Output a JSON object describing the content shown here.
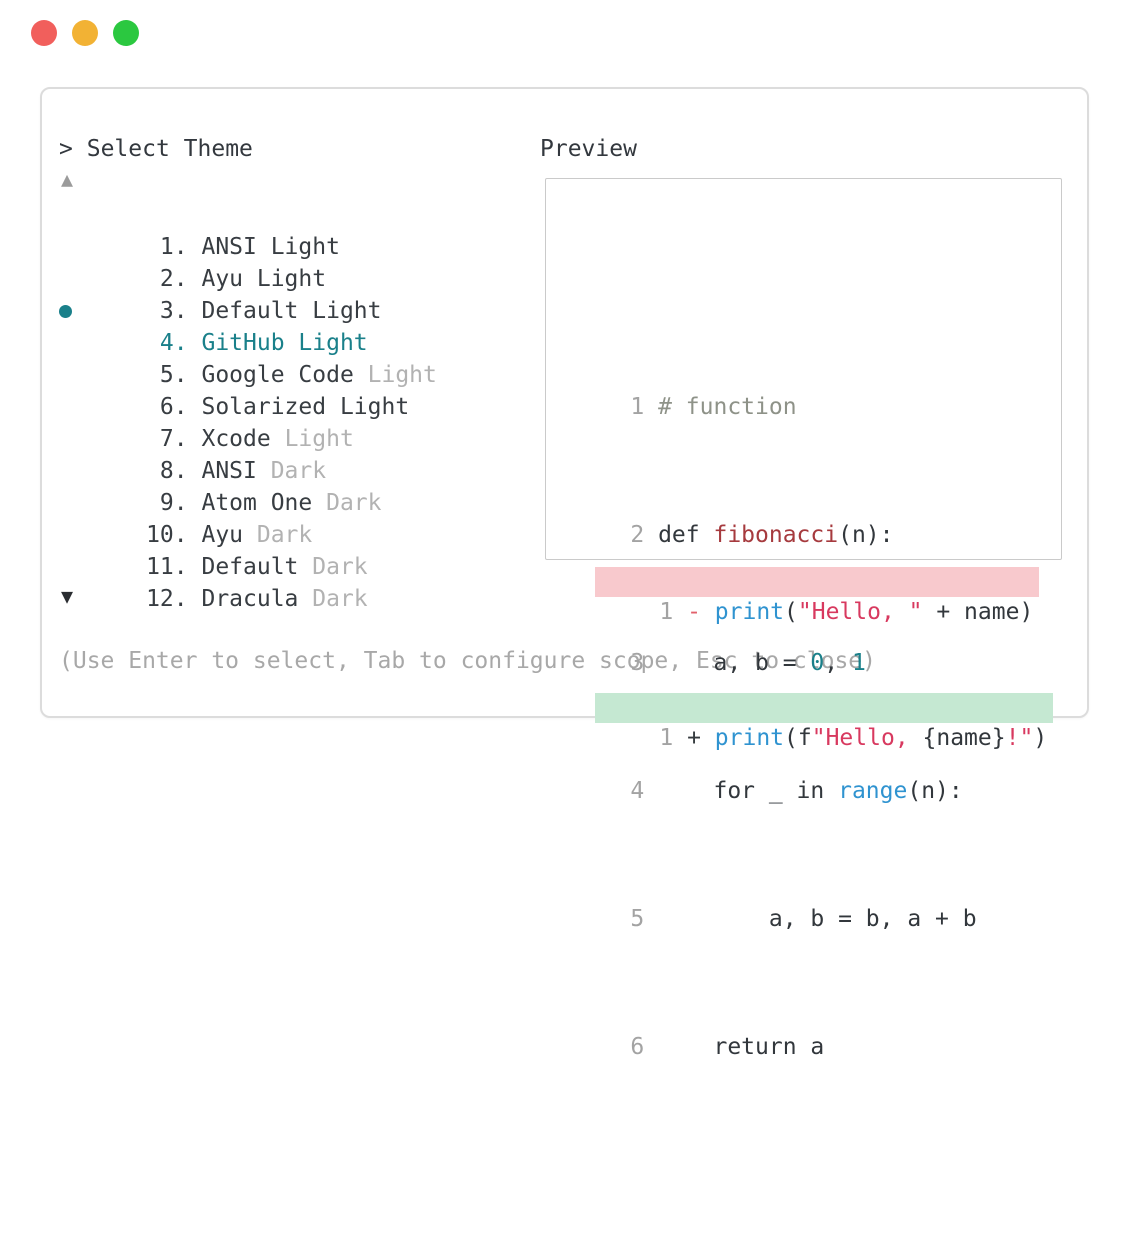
{
  "window": {
    "traffic_lights": [
      {
        "name": "close",
        "color": "#f15f5c"
      },
      {
        "name": "minimize",
        "color": "#f2b234"
      },
      {
        "name": "zoom",
        "color": "#2bc840"
      }
    ]
  },
  "theme_picker": {
    "prompt": ">",
    "title": "Select Theme",
    "scroll_up_icon": "▲",
    "scroll_down_icon": "▼",
    "selected_index": 3,
    "items": [
      {
        "number": "1.",
        "name": "ANSI Light",
        "suffix": "",
        "selected": false
      },
      {
        "number": "2.",
        "name": "Ayu Light",
        "suffix": "",
        "selected": false
      },
      {
        "number": "3.",
        "name": "Default Light",
        "suffix": "",
        "selected": false
      },
      {
        "number": "4.",
        "name": "GitHub Light",
        "suffix": "",
        "selected": true
      },
      {
        "number": "5.",
        "name": "Google Code",
        "suffix": "Light",
        "selected": false
      },
      {
        "number": "6.",
        "name": "Solarized Light",
        "suffix": "",
        "selected": false
      },
      {
        "number": "7.",
        "name": "Xcode",
        "suffix": "Light",
        "selected": false
      },
      {
        "number": "8.",
        "name": "ANSI",
        "suffix": "Dark",
        "selected": false
      },
      {
        "number": "9.",
        "name": "Atom One",
        "suffix": "Dark",
        "selected": false
      },
      {
        "number": "10.",
        "name": "Ayu",
        "suffix": "Dark",
        "selected": false
      },
      {
        "number": "11.",
        "name": "Default",
        "suffix": "Dark",
        "selected": false
      },
      {
        "number": "12.",
        "name": "Dracula",
        "suffix": "Dark",
        "selected": false
      }
    ],
    "footer_hint": "(Use Enter to select, Tab to configure scope, Esc to close)"
  },
  "preview": {
    "label": "Preview",
    "code_lines": [
      {
        "num": "1",
        "tokens": [
          {
            "t": "# function",
            "c": "comment"
          }
        ]
      },
      {
        "num": "2",
        "tokens": [
          {
            "t": "def ",
            "c": "code"
          },
          {
            "t": "fibonacci",
            "c": "func"
          },
          {
            "t": "(n):",
            "c": "code"
          }
        ]
      },
      {
        "num": "3",
        "tokens": [
          {
            "t": "    a, b = ",
            "c": "code"
          },
          {
            "t": "0",
            "c": "number"
          },
          {
            "t": ", ",
            "c": "code"
          },
          {
            "t": "1",
            "c": "number"
          }
        ]
      },
      {
        "num": "4",
        "tokens": [
          {
            "t": "    for _ in ",
            "c": "code"
          },
          {
            "t": "range",
            "c": "builtin"
          },
          {
            "t": "(n):",
            "c": "code"
          }
        ]
      },
      {
        "num": "5",
        "tokens": [
          {
            "t": "        a, b = b, a + b",
            "c": "code"
          }
        ]
      },
      {
        "num": "6",
        "tokens": [
          {
            "t": "    return a",
            "c": "code"
          }
        ]
      }
    ],
    "diff_lines": [
      {
        "num": "1",
        "sign": "-",
        "kind": "removed",
        "tokens": [
          {
            "t": "print",
            "c": "builtin"
          },
          {
            "t": "(",
            "c": "code"
          },
          {
            "t": "\"Hello, \"",
            "c": "string"
          },
          {
            "t": " + name)",
            "c": "code"
          }
        ]
      },
      {
        "num": "1",
        "sign": "+",
        "kind": "added",
        "tokens": [
          {
            "t": "print",
            "c": "builtin"
          },
          {
            "t": "(f",
            "c": "code"
          },
          {
            "t": "\"Hello, ",
            "c": "string"
          },
          {
            "t": "{name}",
            "c": "code"
          },
          {
            "t": "!\"",
            "c": "string"
          },
          {
            "t": ")",
            "c": "code"
          }
        ]
      }
    ]
  },
  "colors": {
    "accent_teal": "#1a808a",
    "list_text": "#383d42",
    "muted_text": "#b2b2b2",
    "footer_text": "#a8a8a8",
    "panel_border": "#dcdcdc",
    "preview_border": "#cacaca",
    "line_number": "#a3a3a3",
    "code_default": "#32373c",
    "comment": "#8e9288",
    "function_red": "#a63a3e",
    "builtin_blue": "#2f93d0",
    "literal_teal": "#1a808a",
    "string_crimson": "#d8395f",
    "removed_bg": "#f8c9cd",
    "added_bg": "#c5e8d2",
    "removed_sign": "#e2606b"
  }
}
